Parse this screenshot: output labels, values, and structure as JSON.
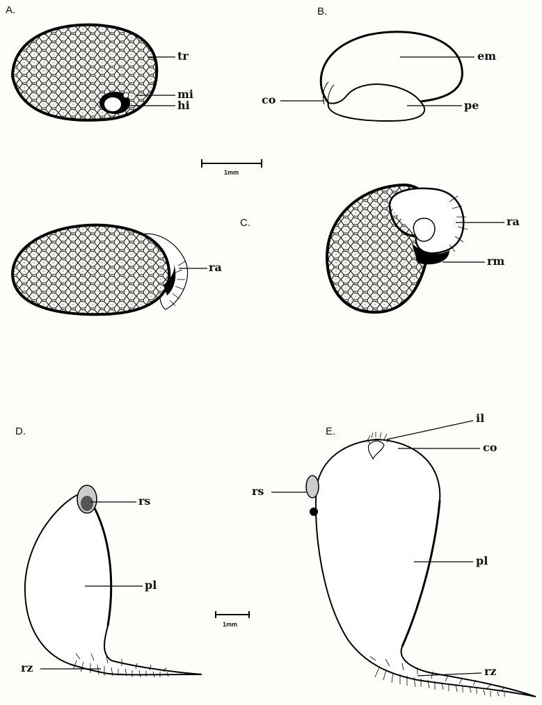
{
  "panels": {
    "a": "A.",
    "b": "B.",
    "c": "C.",
    "d": "D.",
    "e": "E."
  },
  "labels": {
    "tr": "tr",
    "mi": "mi",
    "hi": "hi",
    "em": "em",
    "co": "co",
    "pe": "pe",
    "ra_left": "ra",
    "ra_right": "ra",
    "rm": "rm",
    "rs_d": "rs",
    "pl_d": "pl",
    "rz_d": "rz",
    "il": "il",
    "co_e": "co",
    "rs_e": "rs",
    "pl_e": "pl",
    "rz_e": "rz"
  },
  "scale_bars": {
    "top": "1mm",
    "bottom": "1mm"
  }
}
